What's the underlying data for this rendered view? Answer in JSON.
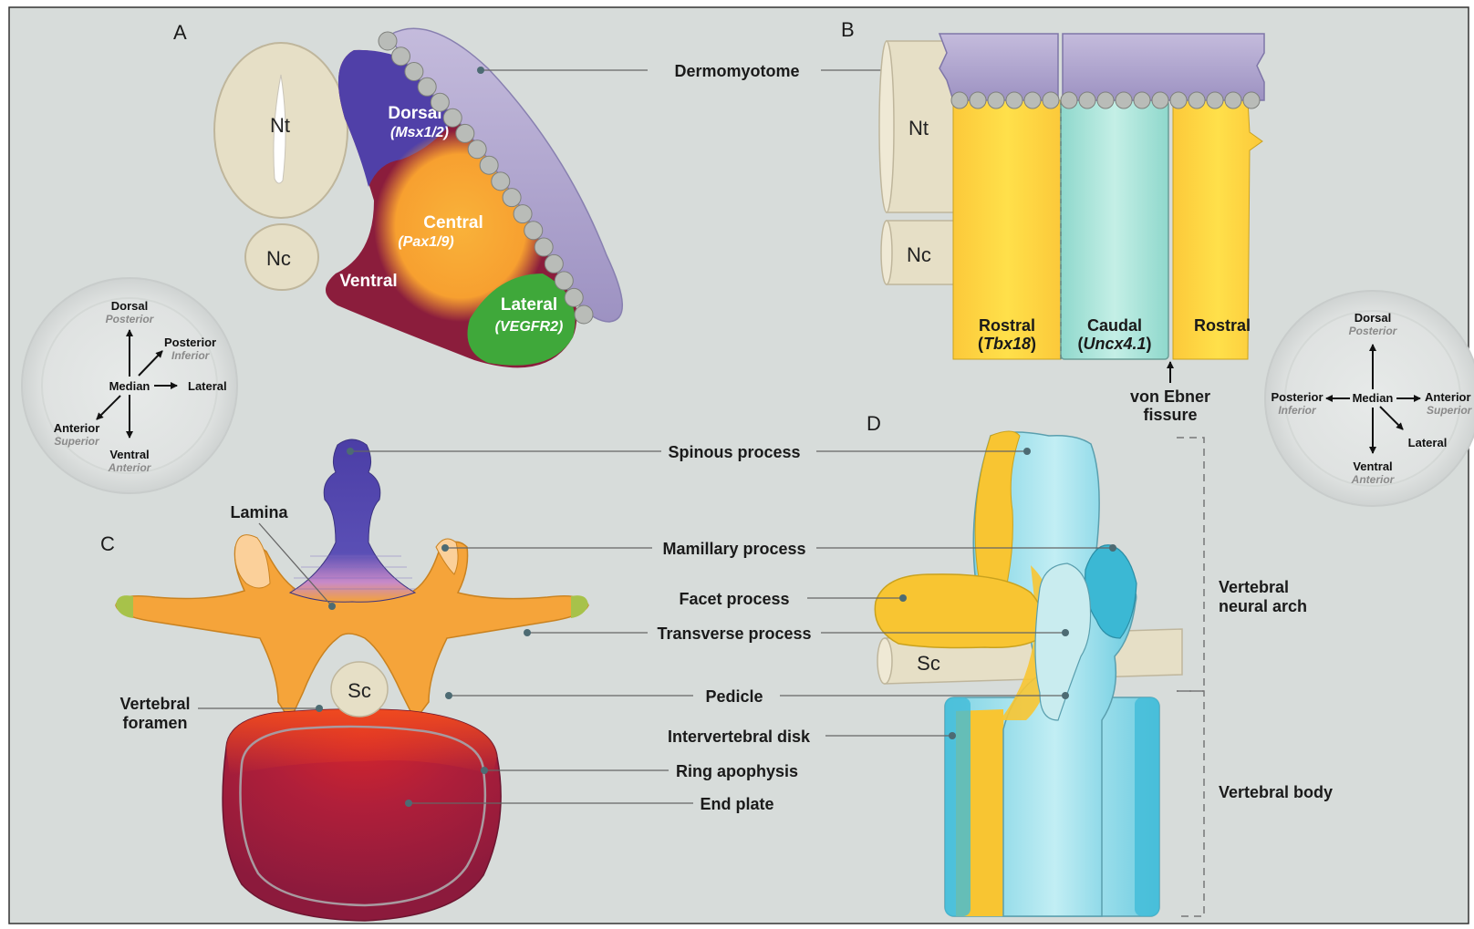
{
  "panels": {
    "a": "A",
    "b": "B",
    "c": "C",
    "d": "D"
  },
  "panel_a": {
    "nt": "Nt",
    "nc": "Nc",
    "dorsal": "Dorsal",
    "dorsal_gene": "(Msx1/2)",
    "central": "Central",
    "central_gene": "(Pax1/9)",
    "ventral": "Ventral",
    "lateral": "Lateral",
    "lateral_gene": "(VEGFR2)"
  },
  "dermomyotome": "Dermomyotome",
  "compass_left": {
    "dorsal": "Dorsal",
    "dorsal_sub": "Posterior",
    "posterior": "Posterior",
    "posterior_sub": "Inferior",
    "median": "Median",
    "lateral": "Lateral",
    "anterior": "Anterior",
    "anterior_sub": "Superior",
    "ventral": "Ventral",
    "ventral_sub": "Anterior"
  },
  "panel_b": {
    "nt": "Nt",
    "nc": "Nc",
    "rostral1": "Rostral",
    "rostral1_gene": "Tbx18",
    "caudal": "Caudal",
    "caudal_gene": "Uncx4.1",
    "rostral2": "Rostral",
    "fissure_line1": "von Ebner",
    "fissure_line2": "fissure"
  },
  "compass_right": {
    "dorsal": "Dorsal",
    "dorsal_sub": "Posterior",
    "posterior": "Posterior",
    "posterior_sub": "Inferior",
    "median": "Median",
    "anterior": "Anterior",
    "anterior_sub": "Superior",
    "lateral": "Lateral",
    "ventral": "Ventral",
    "ventral_sub": "Anterior"
  },
  "labels": {
    "spinous": "Spinous process",
    "lamina": "Lamina",
    "mamillary": "Mamillary process",
    "facet": "Facet process",
    "transverse": "Transverse process",
    "pedicle": "Pedicle",
    "foramen_line1": "Vertebral",
    "foramen_line2": "foramen",
    "sc_c": "Sc",
    "sc_d": "Sc",
    "disk": "Intervertebral disk",
    "ring": "Ring apophysis",
    "endplate": "End plate",
    "arch_line1": "Vertebral",
    "arch_line2": "neural arch",
    "body": "Vertebral body"
  }
}
